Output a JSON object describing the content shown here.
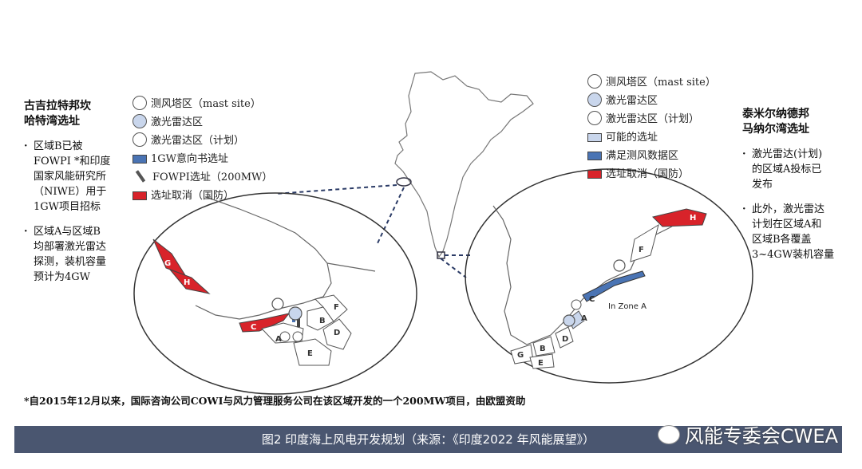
{
  "left_legend": {
    "mast_site": "测风塔区（mast site）",
    "lidar": "激光雷达区",
    "lidar_planned": "激光雷达区（计划）",
    "loi_1gw": "1GW意向书选址",
    "fowpi_site": "FOWPI选址（200MW）",
    "cancelled": "选址取消（国防）"
  },
  "right_legend": {
    "mast_site": "测风塔区（mast site）",
    "lidar": "激光雷达区",
    "lidar_planned": "激光雷达区（计划）",
    "possible_site": "可能的选址",
    "wind_data": "满足测风数据区",
    "cancelled": "选址取消（国防）"
  },
  "left_panel": {
    "title_line1": "古吉拉特邦坎",
    "title_line2": "哈特湾选址",
    "bullets": [
      [
        "区域B已被",
        "FOWPI *和印度",
        "国家风能研究所",
        "（NIWE）用于",
        "1GW项目招标"
      ],
      [
        "区域A与区域B",
        "均部署激光雷达",
        "探测，装机容量",
        "预计为4GW"
      ]
    ]
  },
  "right_panel": {
    "title_line1": "泰米尔纳德邦",
    "title_line2": "马纳尔湾选址",
    "bullets": [
      [
        "激光雷达(计划)",
        "的区域A投标已",
        "发布"
      ],
      [
        "此外，激光雷达",
        "计划在区域A和",
        "区域B各覆盖",
        "3~4GW装机容量"
      ]
    ]
  },
  "left_map_labels": {
    "G": "G",
    "H": "H",
    "C": "C",
    "A": "A",
    "B": "B",
    "D": "D",
    "E": "E",
    "F": "F"
  },
  "right_map_labels": {
    "H": "H",
    "F": "F",
    "C": "C",
    "A": "A",
    "D": "D",
    "B": "B",
    "G": "G",
    "E": "E",
    "in_zone": "In Zone A"
  },
  "footnote": "*自2015年12月以来，国际咨询公司COWI与风力管理服务公司在该区域开发的一个200MW项目，由欧盟资助",
  "caption": "图2 印度海上风电开发规划（来源：《印度2022 年风能展望》）",
  "watermark": "风能专委会CWEA",
  "colors": {
    "red": "#d8232a",
    "blue": "#4a74b4",
    "light_blue": "#c9d6ec",
    "caption_bg": "#4a5670"
  }
}
